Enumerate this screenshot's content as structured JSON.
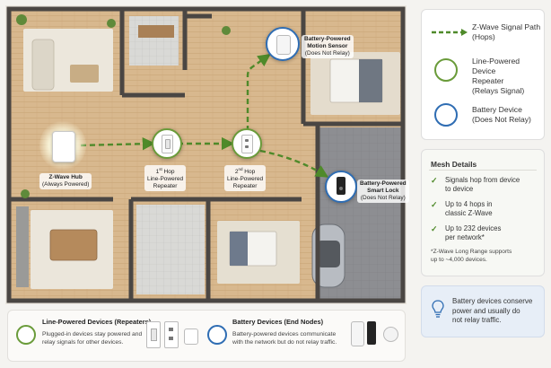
{
  "devices": {
    "hub": {
      "title": "Z-Wave Hub",
      "subtitle": "(Always Powered)"
    },
    "hop1": {
      "ordinal": "1",
      "ordinal_sup": "st",
      "hop": " Hop",
      "line2": "Line-Powered",
      "line3": "Repeater"
    },
    "hop2": {
      "ordinal": "2",
      "ordinal_sup": "nd",
      "hop": " Hop",
      "line2": "Line-Powered",
      "line3": "Repeater"
    },
    "motion": {
      "title": "Battery-Powered",
      "line2": "Motion Sensor",
      "subtitle": "(Does Not Relay)"
    },
    "lock": {
      "title": "Battery-Powered",
      "line2": "Smart Lock",
      "subtitle": "(Does Not Relay)"
    }
  },
  "legend": {
    "path_line1": "Z-Wave Signal Path",
    "path_line2": "(Hops)",
    "repeater_line1": "Line-Powered Device",
    "repeater_line2": "Repeater",
    "repeater_line3": "(Relays Signal)",
    "battery_line1": "Battery Device",
    "battery_line2": "(Does Not Relay)"
  },
  "mesh": {
    "title": "Mesh Details",
    "items": [
      {
        "l1": "Signals hop from device",
        "l2": "to device"
      },
      {
        "l1": "Up to 4 hops in",
        "l2": "classic Z-Wave"
      },
      {
        "l1": "Up to 232 devices",
        "l2": "per network*"
      }
    ],
    "note_l1": "*Z-Wave Long Range supports",
    "note_l2": "up to ~4,000 devices."
  },
  "tip": {
    "l1": "Battery devices conserve",
    "l2": "power and usually do",
    "l3": "not relay traffic."
  },
  "bottom": {
    "repeaters_title": "Line-Powered Devices (Repeaters)",
    "repeaters_l1": "Plugged-in devices stay powered and",
    "repeaters_l2": "relay signals for other devices.",
    "battery_title": "Battery Devices (End Nodes)",
    "battery_l1": "Battery-powered devices communicate",
    "battery_l2": "with the network but do not relay traffic."
  },
  "colors": {
    "path_green": "#4f8a2a",
    "repeater_ring": "#6a9b3a",
    "battery_ring": "#2f6db3",
    "tip_bg": "#e7eef7"
  },
  "icons": [
    "dashed-arrow-icon",
    "green-ring-icon",
    "blue-ring-icon",
    "check-icon",
    "lightbulb-icon"
  ]
}
